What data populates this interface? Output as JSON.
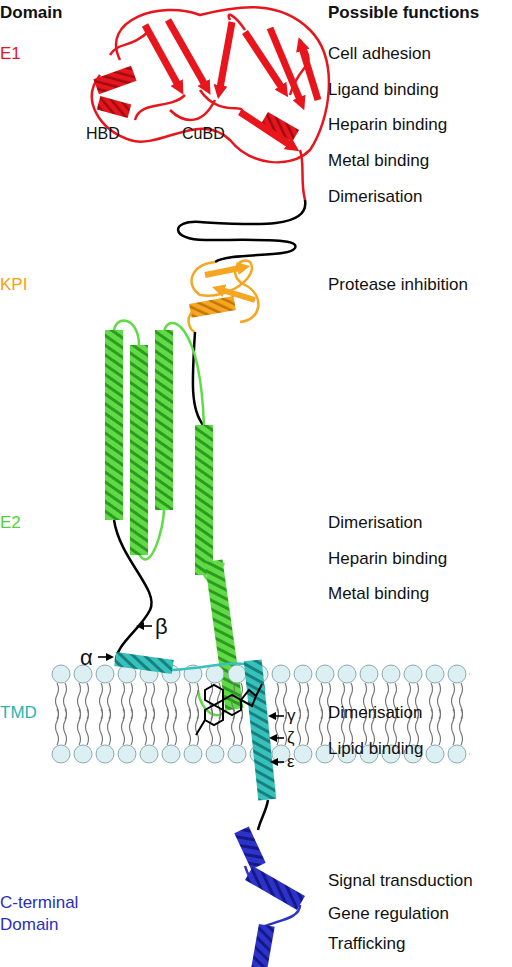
{
  "diagram": {
    "labels": [
      "Domain",
      "Possible functions",
      "E1",
      "Cell adhesion",
      "Ligand binding",
      "HBD",
      "Heparin binding",
      "CuBD",
      "Metal binding",
      "Dimerisation",
      "KPI",
      "Protease inhibition",
      "E2",
      "Dimerisation",
      "Heparin binding",
      "Metal binding",
      "β",
      "α",
      "TMD",
      "Dimerisation",
      "γ",
      "ζ",
      "ε",
      "Lipid binding",
      "C-terminal Domain",
      "Signal transduction",
      "Gene regulation",
      "Trafficking"
    ]
  }
}
